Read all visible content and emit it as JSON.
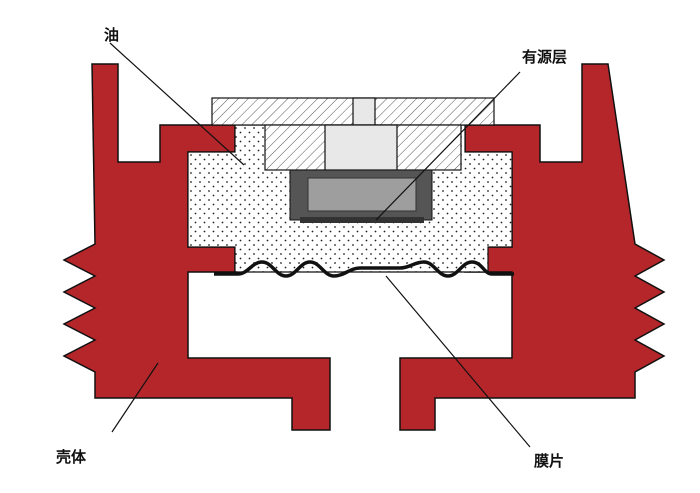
{
  "labels": {
    "oil": "油",
    "active_layer": "有源层",
    "housing": "壳体",
    "diaphragm": "膜片"
  },
  "colors": {
    "housing_fill": "#b5262b",
    "outline": "#111111",
    "oil_fill": "#ffffff",
    "oil_dots": "#222222",
    "hatch": "#555555",
    "chip_outer": "#555555",
    "chip_inner": "#9e9e9e",
    "center_block": "#e8e8e8"
  }
}
